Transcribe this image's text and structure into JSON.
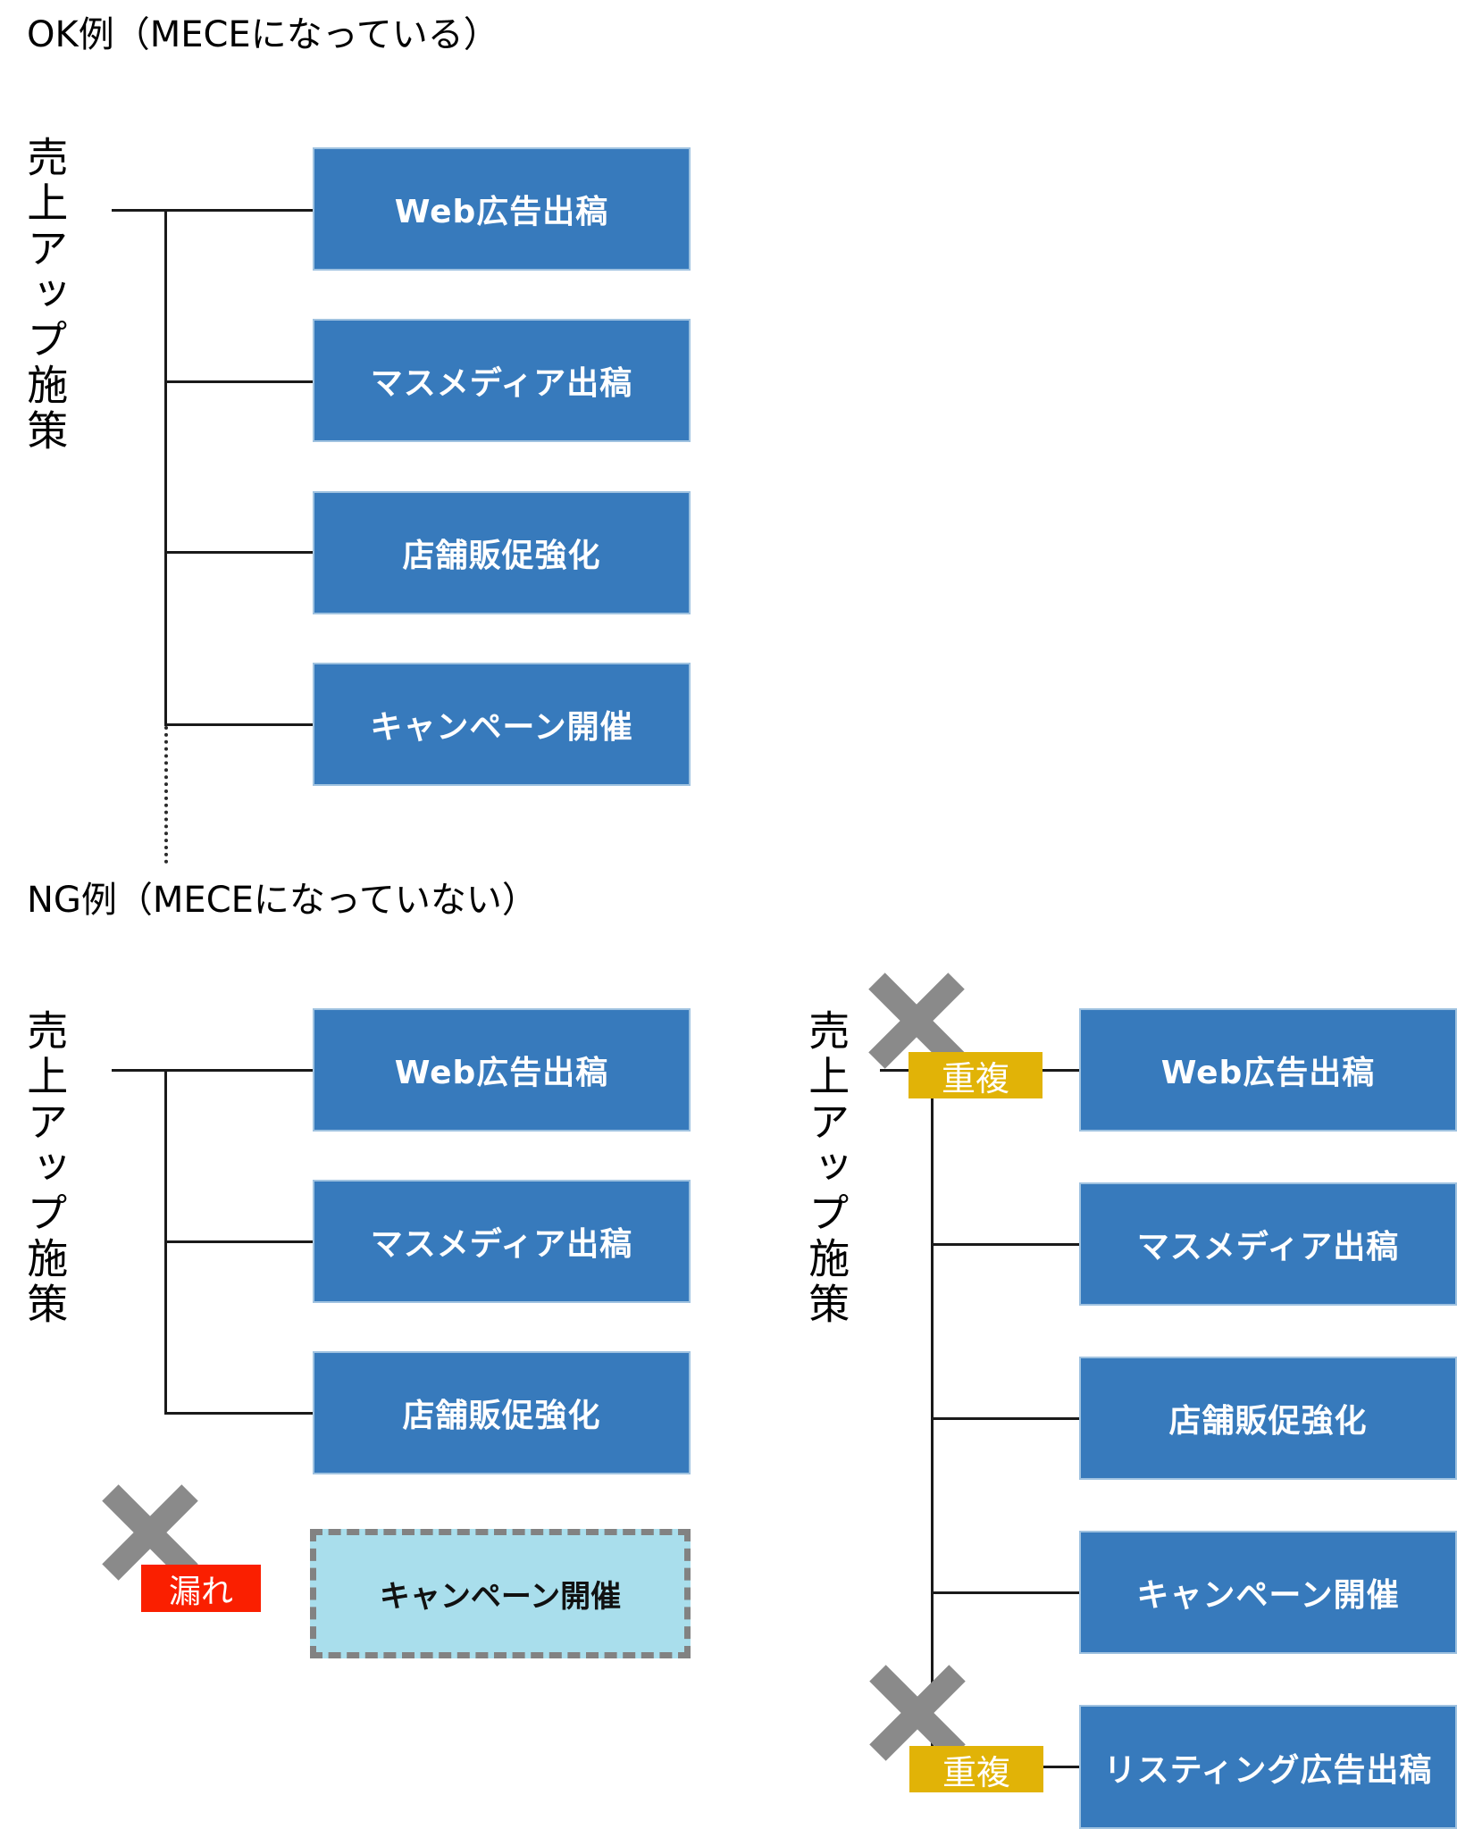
{
  "ok": {
    "title": "OK例（MECEになっている）",
    "root_label": "売上アップ施策",
    "boxes": [
      "Web広告出稿",
      "マスメディア出稿",
      "店舗販促強化",
      "キャンペーン開催"
    ]
  },
  "ng": {
    "title": "NG例（MECEになっていない）"
  },
  "ng_left": {
    "root_label": "売上アップ施策",
    "boxes": [
      "Web広告出稿",
      "マスメディア出稿",
      "店舗販促強化"
    ],
    "leak_label": "漏れ",
    "leak_box": "キャンペーン開催"
  },
  "ng_right": {
    "root_label": "売上アップ施策",
    "boxes": [
      "Web広告出稿",
      "マスメディア出稿",
      "店舗販促強化",
      "キャンペーン開催",
      "リスティング広告出稿"
    ],
    "dup_top": "重複",
    "dup_bottom": "重複"
  },
  "colors": {
    "node_blue": "#377ABC",
    "node_border": "#9FC2E0",
    "leak_red": "#FA1F00",
    "dup_yellow": "#E1B307",
    "x_gray": "#8A8A8A",
    "leak_box_fill": "#A9DEEC",
    "leak_box_border": "#828282",
    "line_black": "#1A1A1A"
  }
}
